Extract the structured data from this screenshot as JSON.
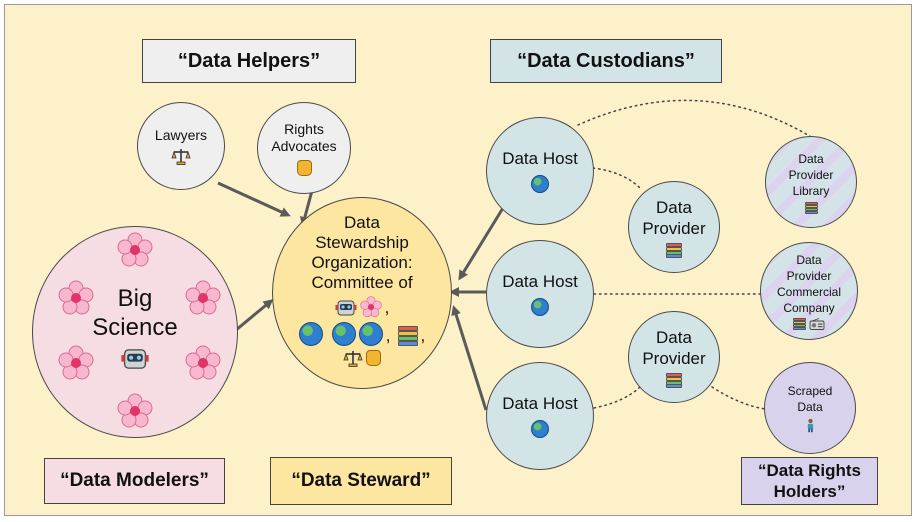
{
  "groups": {
    "helpers": "“Data Helpers”",
    "custodians": "“Data Custodians”",
    "modelers": "“Data Modelers”",
    "steward": "“Data Steward”",
    "rights_holders_line1": "“Data Rights",
    "rights_holders_line2": "Holders”"
  },
  "nodes": {
    "lawyers": "Lawyers",
    "rights_advocates_line1": "Rights",
    "rights_advocates_line2": "Advocates",
    "big_science_line1": "Big",
    "big_science_line2": "Science",
    "steward_line1": "Data",
    "steward_line2": "Stewardship",
    "steward_line3": "Organization:",
    "steward_line4": "Committee of",
    "steward_comma1": ",",
    "steward_comma2": ",",
    "steward_comma3": ",",
    "data_host_1": "Data Host",
    "data_host_2": "Data Host",
    "data_host_3": "Data Host",
    "provider_1_line1": "Data",
    "provider_1_line2": "Provider",
    "provider_2_line1": "Data",
    "provider_2_line2": "Provider",
    "library_line1": "Data",
    "library_line2": "Provider",
    "library_line3": "Library",
    "commercial_line1": "Data",
    "commercial_line2": "Provider",
    "commercial_line3": "Commercial",
    "commercial_line4": "Company",
    "scraped_line1": "Scraped",
    "scraped_line2": "Data"
  },
  "icons": [
    "scales-icon",
    "raised-fist-icon",
    "cherry-blossom-icon",
    "robot-icon",
    "globe-icon",
    "books-icon",
    "radio-icon",
    "person-icon"
  ],
  "colors": {
    "background": "#fdf1c9",
    "helper": "#efefef",
    "custodian": "#d3e4e6",
    "modeler": "#f6dde3",
    "steward": "#fde6a0",
    "rights_holder": "#d9d2ec",
    "arrow": "#5a5a5a"
  }
}
